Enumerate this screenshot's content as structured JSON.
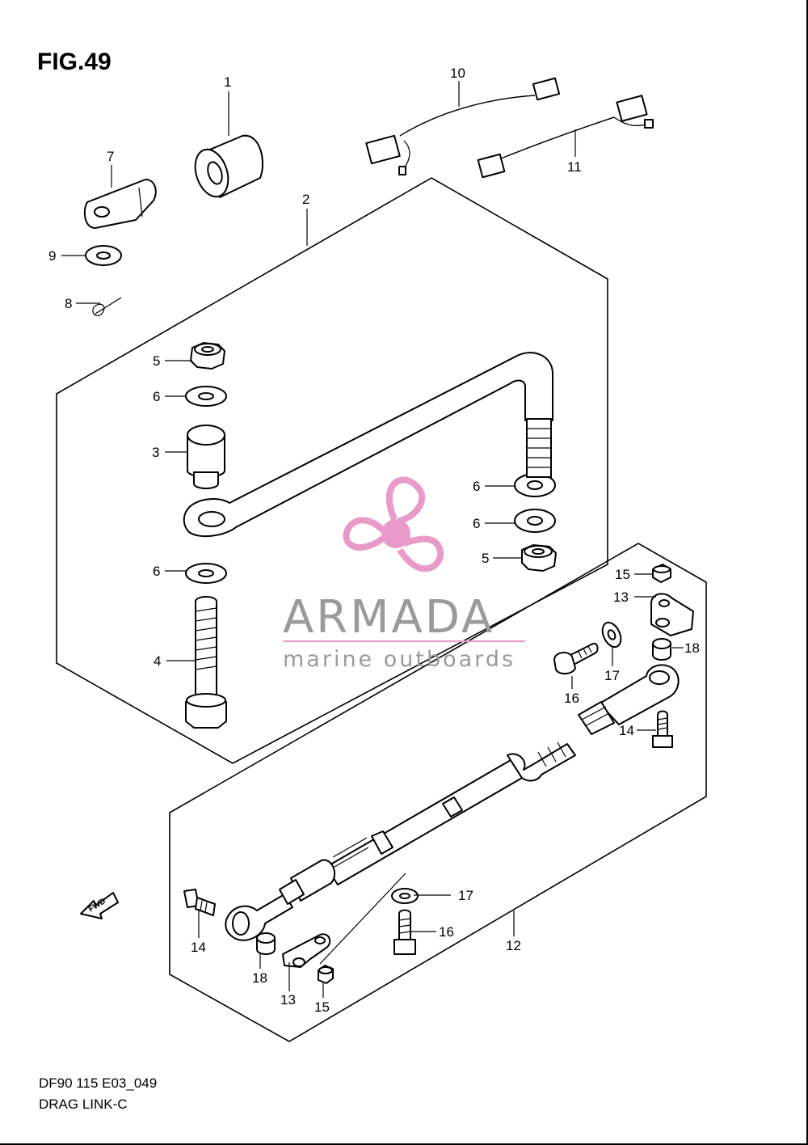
{
  "figure": {
    "title": "FIG.49",
    "code": "DF90 115 E03_049",
    "name": "DRAG LINK-C"
  },
  "callouts": [
    {
      "id": "c1",
      "text": "1"
    },
    {
      "id": "c2",
      "text": "2"
    },
    {
      "id": "c3",
      "text": "3"
    },
    {
      "id": "c4",
      "text": "4"
    },
    {
      "id": "c5a",
      "text": "5"
    },
    {
      "id": "c5b",
      "text": "5"
    },
    {
      "id": "c6a",
      "text": "6"
    },
    {
      "id": "c6b",
      "text": "6"
    },
    {
      "id": "c6c",
      "text": "6"
    },
    {
      "id": "c6d",
      "text": "6"
    },
    {
      "id": "c7",
      "text": "7"
    },
    {
      "id": "c8",
      "text": "8"
    },
    {
      "id": "c9",
      "text": "9"
    },
    {
      "id": "c10",
      "text": "10"
    },
    {
      "id": "c11",
      "text": "11"
    },
    {
      "id": "c12",
      "text": "12"
    },
    {
      "id": "c13a",
      "text": "13"
    },
    {
      "id": "c13b",
      "text": "13"
    },
    {
      "id": "c14a",
      "text": "14"
    },
    {
      "id": "c14b",
      "text": "14"
    },
    {
      "id": "c15a",
      "text": "15"
    },
    {
      "id": "c15b",
      "text": "15"
    },
    {
      "id": "c16a",
      "text": "16"
    },
    {
      "id": "c16b",
      "text": "16"
    },
    {
      "id": "c17a",
      "text": "17"
    },
    {
      "id": "c17b",
      "text": "17"
    },
    {
      "id": "c18a",
      "text": "18"
    },
    {
      "id": "c18b",
      "text": "18"
    }
  ],
  "fwd_label": "FWD",
  "watermark": {
    "brand": "ARMADA",
    "tagline": "marine outboards",
    "accent": "#e89ac8"
  },
  "colors": {
    "line": "#000000",
    "background": "#ffffff",
    "watermark_text": "#9a9a9a"
  }
}
